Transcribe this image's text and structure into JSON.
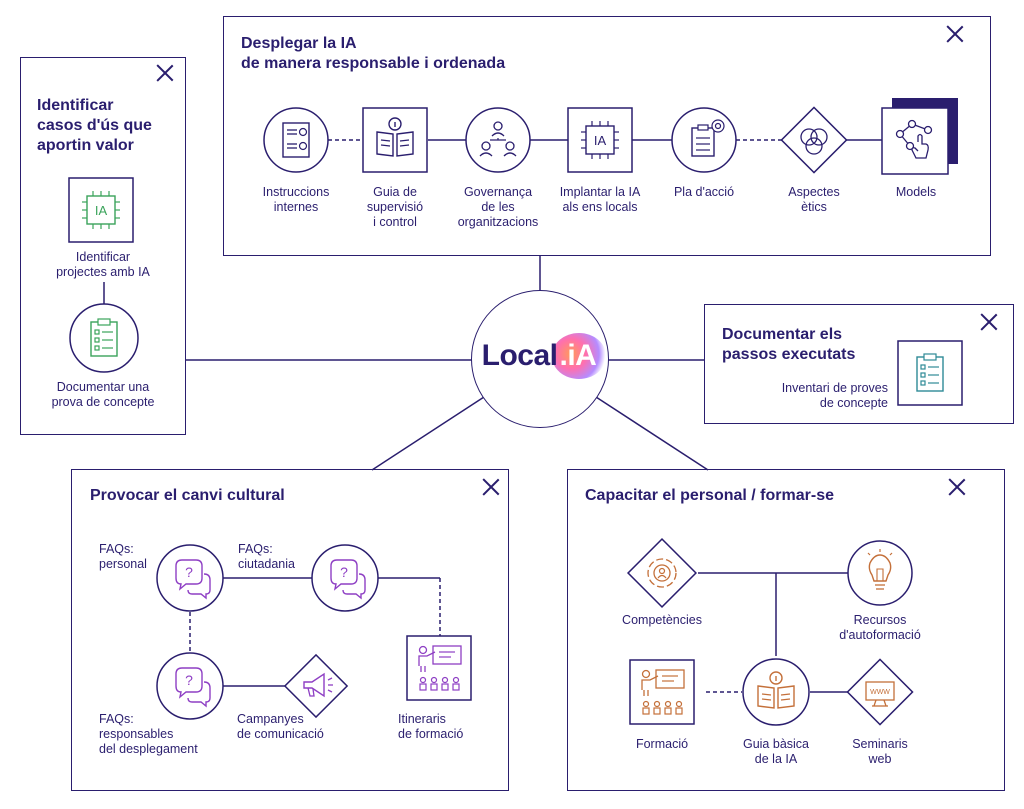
{
  "logo": {
    "main": "Local",
    "accent": ".iA"
  },
  "panels": {
    "deploy": {
      "title": "Desplegar la IA\nde manera responsable i ordenada",
      "items": [
        "Instruccions\ninternes",
        "Guia de\nsupervisió\ni control",
        "Governança\nde les\norganitzacions",
        "Implantar la IA\nals ens locals",
        "Pla d'acció",
        "Aspectes\nètics",
        "Models"
      ]
    },
    "identify": {
      "title": "Identificar\ncasos d'ús que\naportin valor",
      "items": [
        "Identificar\nprojectes amb IA",
        "Documentar una\nprova de concepte"
      ]
    },
    "document": {
      "title": "Documentar els\npassos executats",
      "items": [
        "Inventari de proves\nde concepte"
      ]
    },
    "culture": {
      "title": "Provocar el canvi cultural",
      "items": [
        "FAQs:\npersonal",
        "FAQs:\nciutadania",
        "FAQs:\nresponsables\ndel desplegament",
        "Campanyes\nde comunicació",
        "Itineraris\nde formació"
      ]
    },
    "train": {
      "title": "Capacitar el personal / formar-se",
      "items": [
        "Competències",
        "Recursos\nd'autoformació",
        "Formació",
        "Guia bàsica\nde la IA",
        "Seminaris\nweb"
      ]
    }
  },
  "icon_text": {
    "ia_chip": "IA",
    "web": "WWW",
    "question": "?"
  },
  "colors": {
    "navy": "#2a1e6e",
    "green": "#3aa35a",
    "teal": "#2e8a96",
    "purple": "#8e3fc4",
    "brown": "#c4703a",
    "shadow": "#2a1e6e"
  }
}
